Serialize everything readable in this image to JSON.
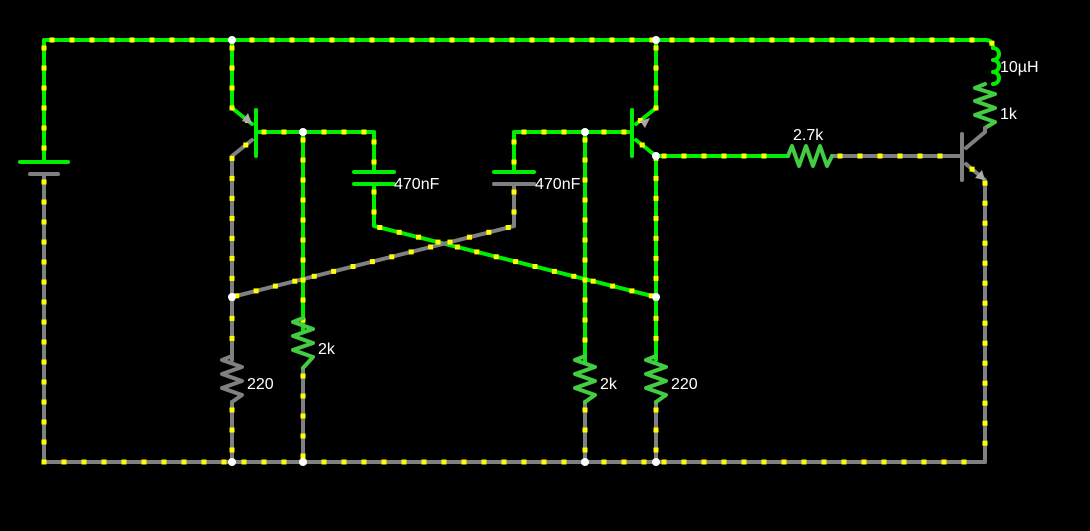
{
  "colors": {
    "background": "#000000",
    "wire_active": "#00ee00",
    "wire_idle": "#808080",
    "current_dot": "#ffff00",
    "junction": "#ffffff",
    "label": "#ffffff"
  },
  "labels": {
    "inductor": "10µH",
    "resistor_1k": "1k",
    "resistor_2_7k": "2.7k",
    "capacitor_left": "470nF",
    "capacitor_right": "470nF",
    "resistor_left_base": "2k",
    "resistor_right_base": "2k",
    "resistor_left_collector": "220",
    "resistor_right_collector": "220"
  }
}
